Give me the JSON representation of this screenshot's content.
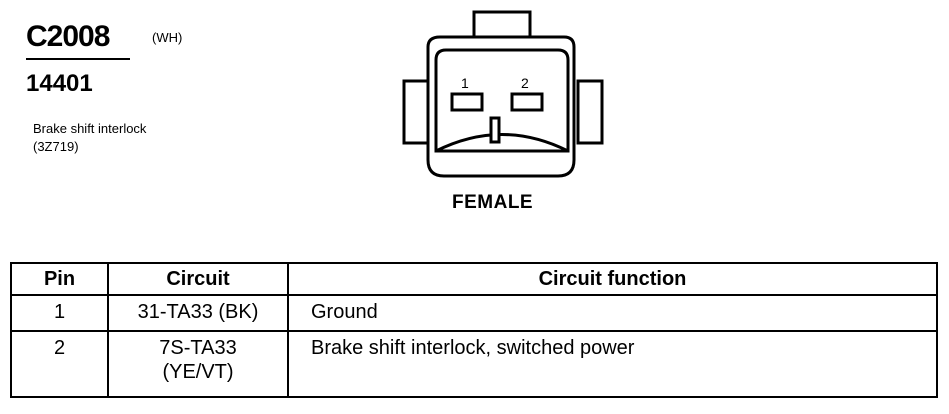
{
  "connector": {
    "id": "C2008",
    "color_code": "(WH)",
    "part_number": "14401",
    "description_line1": "Brake shift interlock",
    "description_line2": "(3Z719)",
    "view": "FEMALE",
    "pin_labels": [
      "1",
      "2"
    ]
  },
  "table": {
    "headers": [
      "Pin",
      "Circuit",
      "Circuit function"
    ],
    "rows": [
      {
        "pin": "1",
        "circuit": "31-TA33 (BK)",
        "circuit_line2": "",
        "function": "Ground"
      },
      {
        "pin": "2",
        "circuit": "7S-TA33",
        "circuit_line2": "(YE/VT)",
        "function": "Brake shift interlock, switched power"
      }
    ]
  }
}
